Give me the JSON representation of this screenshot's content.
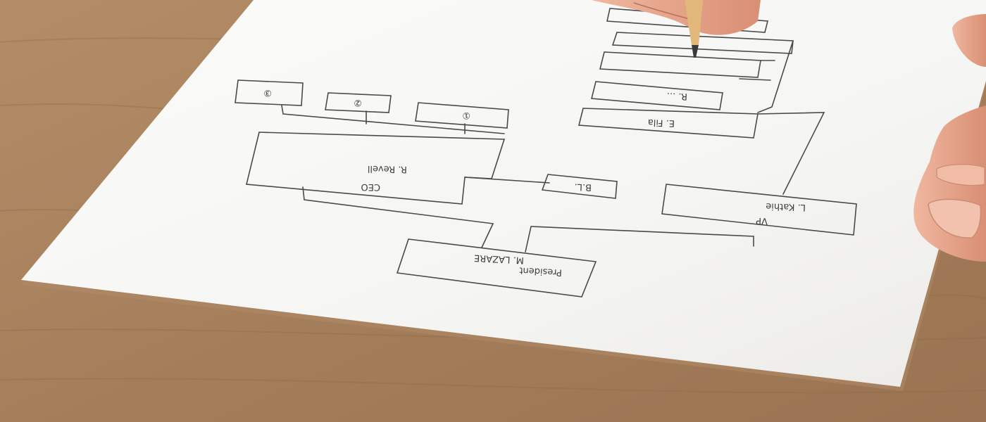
{
  "colors": {
    "table": "#a9835f",
    "table_grain": "#8f6a48",
    "paper": "#f4f4f2",
    "paper_shadow": "#c9c6c0",
    "pencil_line": "#4a4a4a",
    "skin": "#e8a98f",
    "pencil_wood": "#e2b77a",
    "pencil_lead": "#3a3a3a"
  },
  "org_chart": {
    "ceo_box": {
      "line1": "CEO",
      "line2": "R. Revell"
    },
    "vp_box": {
      "line1": "VP",
      "line2": "L. Kathie"
    },
    "president_box": {
      "line1": "President",
      "line2": "M. LAZARE"
    },
    "initials_box": {
      "label": "B.L."
    },
    "right_stack": {
      "top_entry": "E. Fila",
      "second_entry": "R. ..."
    },
    "left_numbered": [
      "①",
      "②",
      "③"
    ]
  }
}
